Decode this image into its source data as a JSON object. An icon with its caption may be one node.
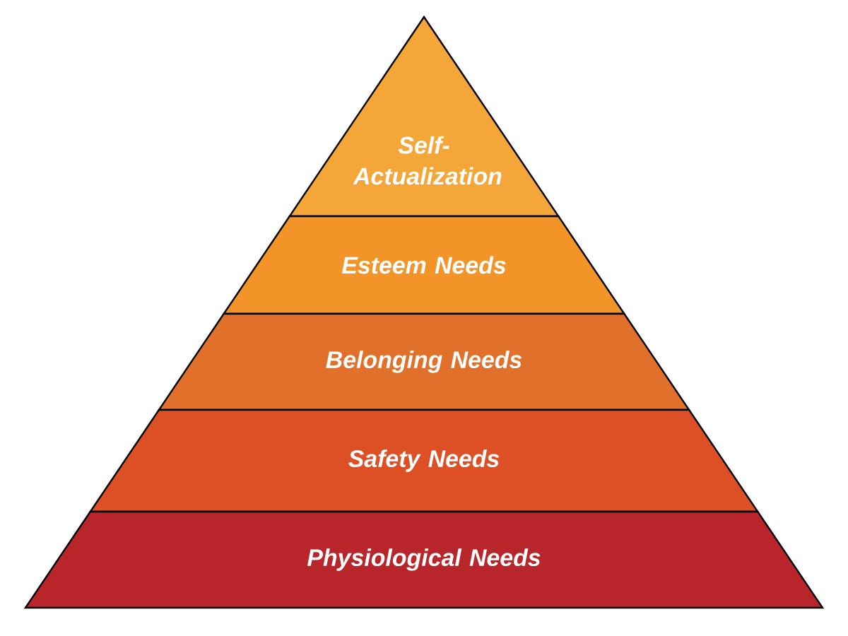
{
  "diagram": {
    "nodes": [
      {
        "text": [
          "Self-Actualization"
        ]
      },
      {
        "text": [
          "Esteem Needs"
        ]
      },
      {
        "text": [
          "Belonging Needs"
        ]
      },
      {
        "text": [
          "Safety Needs"
        ]
      },
      {
        "text": [
          "Physiological Needs"
        ]
      }
    ]
  }
}
